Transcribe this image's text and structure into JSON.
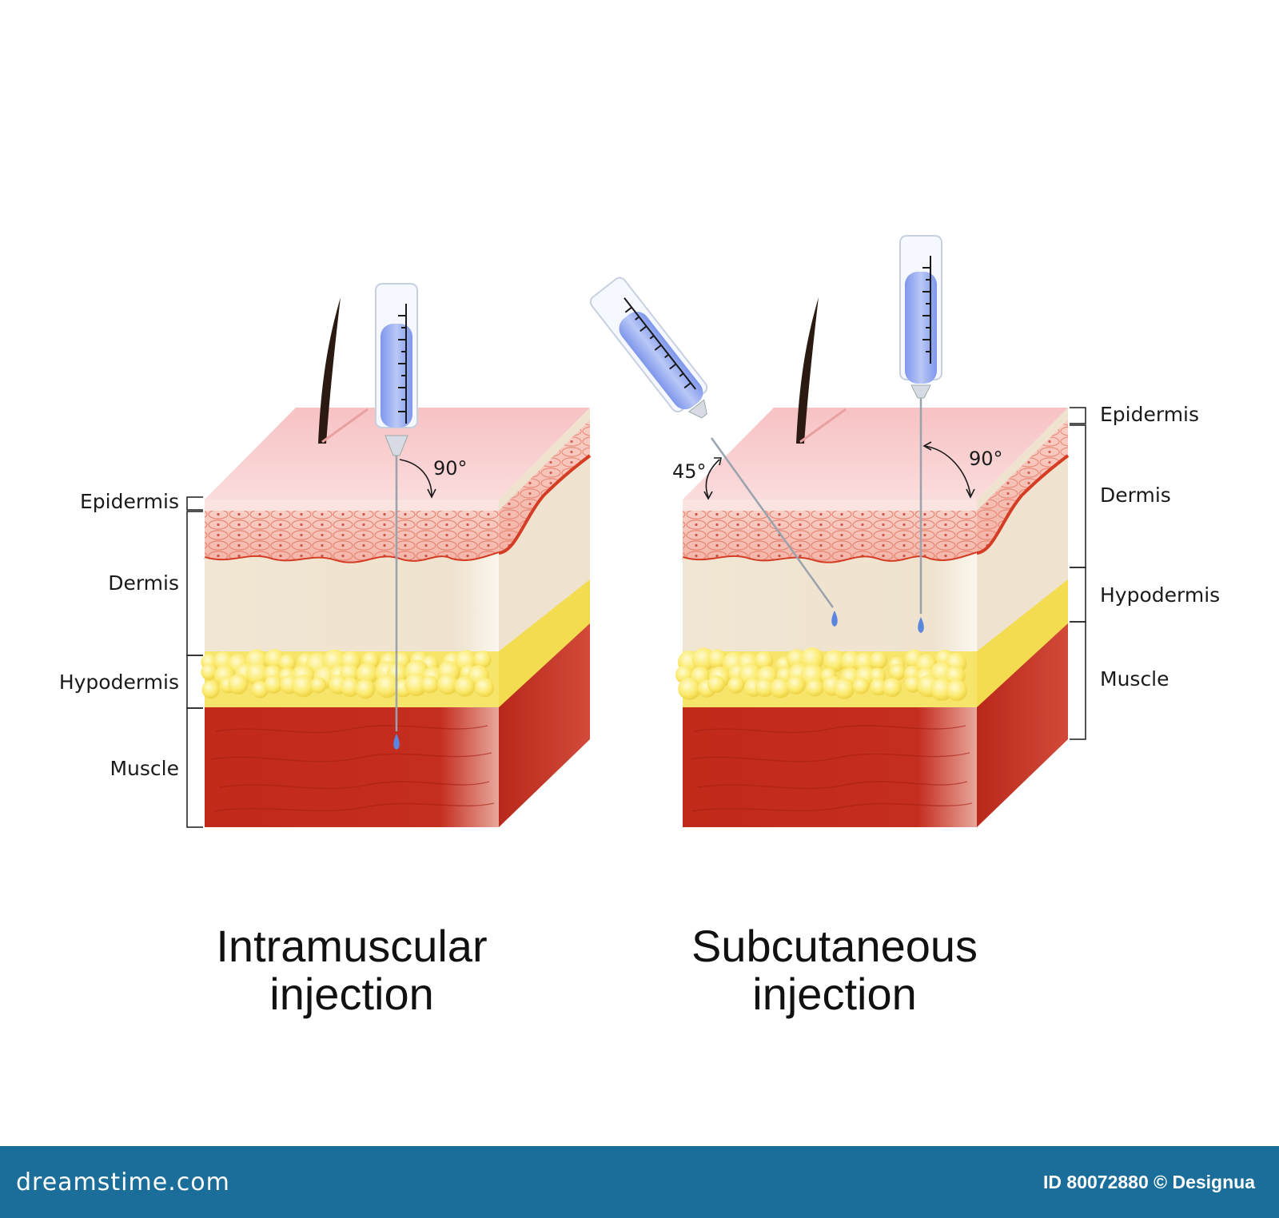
{
  "left_panel": {
    "title": "Intramuscular injection",
    "labels": [
      "Epidermis",
      "Dermis",
      "Hypodermis",
      "Muscle"
    ],
    "angle": "90°"
  },
  "right_panel": {
    "title": "Subcutaneous injection",
    "labels": [
      "Epidermis",
      "Dermis",
      "Hypodermis",
      "Muscle"
    ],
    "angle_oblique": "45°",
    "angle_vertical": "90°"
  },
  "footer": {
    "site": "dreamstime.com",
    "id_text": "ID 80072880 © Designua"
  },
  "colors": {
    "epidermis": "#f6b8b8",
    "dermis": "#efe4d0",
    "hypodermis": "#f7e45a",
    "muscle": "#c0291b",
    "syringe_fluid": "#8aa4f0",
    "footer_bar": "#1a6e99"
  }
}
